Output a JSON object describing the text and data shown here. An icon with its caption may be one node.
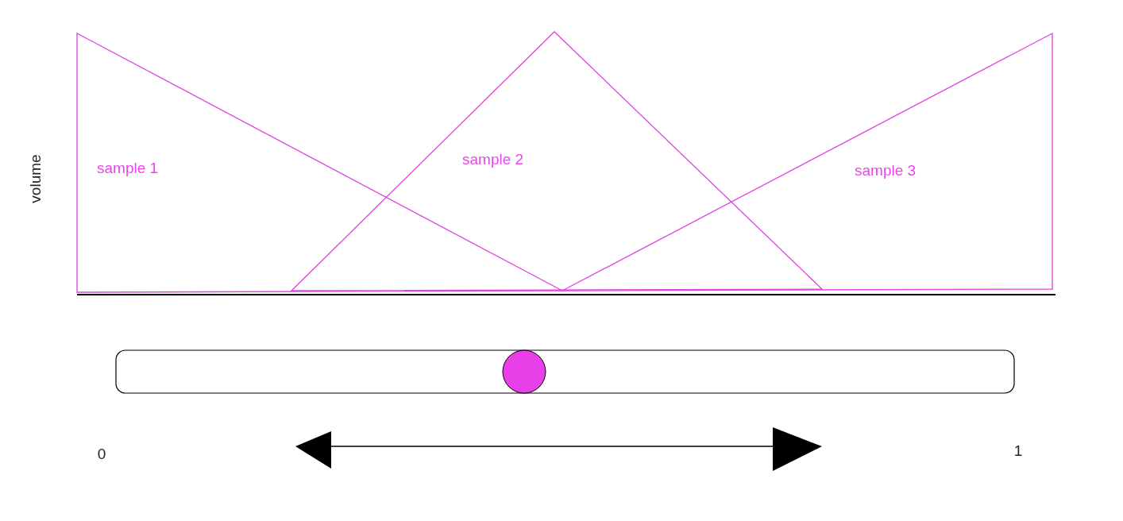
{
  "diagram": {
    "nodes": [
      {
        "text": [
          "sample 1"
        ]
      },
      {
        "text": [
          "sample 2"
        ]
      },
      {
        "text": [
          "sample 3"
        ]
      }
    ],
    "edges": [],
    "labels": [
      "volume",
      "0",
      "1"
    ]
  }
}
